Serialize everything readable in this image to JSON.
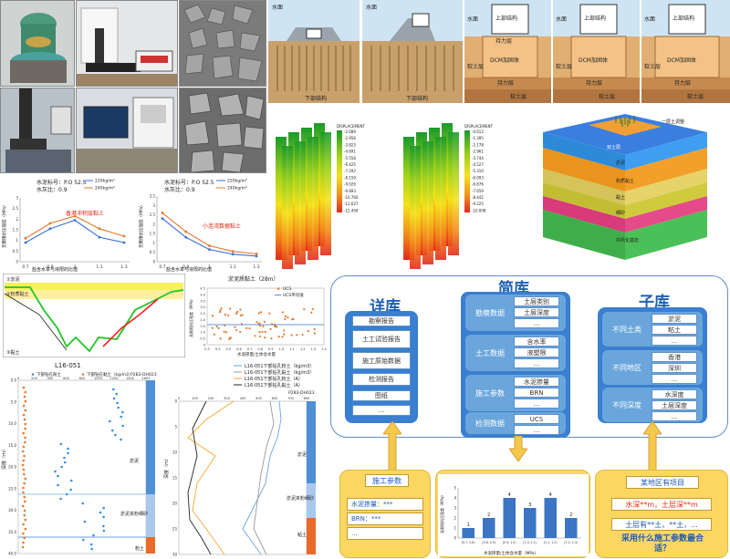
{
  "lab": {
    "colors": {
      "sky": "#cfe4f3",
      "soil": "#c8a06b",
      "deep_soil": "#a97a48"
    }
  },
  "section_panels": [
    {
      "label_water": "水面",
      "label_bottom": "下部结构"
    },
    {
      "label_water": "水面",
      "label_bottom": "下部结构"
    },
    {
      "water": "水面",
      "top": "上部结构",
      "soft": "软土层",
      "dcm": "DCM加固体",
      "hard": "持力层",
      "deep": "软土层"
    },
    {
      "water": "水面",
      "top": "上部结构",
      "soft": "软土层",
      "dcm": "DCM加固体",
      "hard": "持力层",
      "deep": "软土层"
    },
    {
      "water": "水面",
      "top": "上部结构",
      "soft": "软土层",
      "dcm": "DCM加固体",
      "hard": "持力层",
      "deep": "软土层"
    }
  ],
  "fem": {
    "legend_title": "DISPLACEMENT",
    "legend_values_a": [
      "-2.089",
      "-2.956",
      "-3.823",
      "-4.691",
      "-5.558",
      "-6.425",
      "-7.292",
      "-8.159",
      "-9.026",
      "-9.893",
      "-10.760",
      "-11.627",
      "-12.494"
    ],
    "legend_values_b": [
      "-0.612",
      "-1.395",
      "-2.178",
      "-2.961",
      "-3.744",
      "-4.527",
      "-5.310",
      "-6.093",
      "-6.876",
      "-7.659",
      "-8.442",
      "-9.225",
      "-10.008"
    ],
    "block_labels": [
      "双土层",
      "淤泥",
      "粉质黏土",
      "黏土",
      "细砂",
      "中风化基岩"
    ],
    "block_note": "一层土调整"
  },
  "chart1": {
    "line1": "水泥标号：P.O 52.5",
    "line2": "水灰比：0.9",
    "series": [
      {
        "name": "220kg/m³",
        "color": "#3a6fd8",
        "values": [
          0.9,
          1.55,
          1.95,
          1.15,
          0.9
        ]
      },
      {
        "name": "240kg/m³",
        "color": "#e3792d",
        "values": [
          1.1,
          1.8,
          2.15,
          1.55,
          1.2
        ]
      }
    ],
    "x": [
      "0.7",
      "0.9",
      "1",
      "1.1",
      "1.3"
    ],
    "ylim": [
      0,
      3
    ],
    "yticks": [
      "0",
      "0.5",
      "1",
      "1.5",
      "2",
      "2.5",
      "3"
    ],
    "note": "香港冲积层黏土",
    "xlabel": "盐含水率与液限的比值",
    "ylabel": "无侧限抗压强度（MPa）"
  },
  "chart2": {
    "line1": "水泥标号：P.O 52.5",
    "line2": "水灰比：0.9",
    "series": [
      {
        "name": "220kg/m³",
        "color": "#3a6fd8",
        "values": [
          2.3,
          1.3,
          0.65,
          0.4,
          0.3
        ]
      },
      {
        "name": "240kg/m³",
        "color": "#e3792d",
        "values": [
          2.6,
          1.6,
          0.85,
          0.55,
          0.42
        ]
      }
    ],
    "x": [
      "0.7",
      "0.9",
      "1",
      "1.1",
      "1.3"
    ],
    "ylim": [
      0,
      3.5
    ],
    "yticks": [
      "0",
      "0.5",
      "1",
      "1.5",
      "2",
      "2.5",
      "3",
      "3.5"
    ],
    "note": "小连湾数据黏土",
    "xlabel": "盐含水率与液限的比值",
    "ylabel": "无侧限抗压强度（MPa）"
  },
  "geo_profile": {
    "labels": [
      "①淤泥",
      "②粉质黏土",
      "③黏土"
    ],
    "axis": [
      "1.0",
      "2.0",
      "3.0",
      "4.0"
    ]
  },
  "scatter": {
    "title": "淤泥质黏土（28m）",
    "legend": [
      "UCS",
      "UCS平均值"
    ],
    "xlabel": "水泥掺量/土体含水量",
    "ylabel": "无侧限抗压强度（MPa）",
    "xticks": [
      "0.3",
      "0.4",
      "0.5",
      "0.6",
      "0.7",
      "0.8",
      "0.9",
      "1.0",
      "1.1",
      "1.2",
      "1.3",
      "1.4"
    ],
    "yticks": [
      "0",
      "0.5",
      "1.0",
      "1.5",
      "2.0",
      "2.5",
      "3.0",
      "3.5",
      "4.0",
      "4.5"
    ]
  },
  "borehole1": {
    "title": "L16-051",
    "legend": [
      "下部钻孔粉土",
      "下部钻孔黏土（kg/m3）"
    ],
    "legend2": "P2B3-DH023",
    "layers": [
      "淤泥",
      "淤泥夹粉细砂",
      "粉土"
    ],
    "yticks": [
      "0.0",
      "5.0",
      "10.0",
      "15.0",
      "20.0",
      "25.0",
      "30.0",
      "35.0",
      "40.0"
    ],
    "xticks": [
      "0",
      "200",
      "400",
      "600",
      "800",
      "1000",
      "1200",
      "1400",
      "1600"
    ],
    "ylabel": "深度（m）"
  },
  "borehole2": {
    "legend": [
      "L16-051下部钻孔粉土（kg/m3）",
      "L16-051下部钻孔黏土（kg/m3）",
      "L16-051下部钻孔粉土（A）",
      "L16-051下部钻孔黏土（A）"
    ],
    "well": "P2B3-DH023",
    "layers": [
      "淤泥",
      "淤泥夹粉细砂",
      "粘土"
    ],
    "xticks": [
      "0",
      "100",
      "200",
      "300",
      "400",
      "500",
      "600",
      "700",
      "800"
    ],
    "yticks": [
      "0",
      "5",
      "10",
      "15",
      "20",
      "25",
      "30"
    ],
    "ylabel": "深度（m）"
  },
  "library": {
    "detail_title": "详库",
    "simple_title": "简库",
    "sub_title": "子库",
    "detail_items": [
      "勘察报告",
      "土工试验报告",
      "施工原始数据",
      "检测报告",
      "图纸",
      "..."
    ],
    "simple_groups": [
      {
        "name": "勘察数据",
        "items": [
          "土层类别",
          "土层深度",
          "..."
        ]
      },
      {
        "name": "土工数据",
        "items": [
          "含水率",
          "液塑限",
          "..."
        ]
      },
      {
        "name": "施工参数",
        "items": [
          "水泥掺量",
          "BRN",
          "..."
        ]
      },
      {
        "name": "检测数据",
        "items": [
          "UCS",
          "..."
        ]
      }
    ],
    "sub_groups": [
      {
        "name": "不同土类",
        "items": [
          "淤泥",
          "粘土",
          "..."
        ]
      },
      {
        "name": "不同地区",
        "items": [
          "香港",
          "深圳",
          "..."
        ]
      },
      {
        "name": "不同深度",
        "items": [
          "水深度",
          "土层深度",
          "..."
        ]
      }
    ]
  },
  "bottom_left": {
    "title": "施工参数",
    "items": [
      "水泥掺量：***",
      "BRN：***",
      "..."
    ]
  },
  "bottom_chart": {
    "type": "bar",
    "categories": [
      "[0.7, 0.8)",
      "[0.8, 0.9)",
      "[0.9, 1.0)",
      "[1.0, 1.1)",
      "[1.1, 1.2)",
      "[1.2, 1.3)"
    ],
    "values": [
      1,
      2,
      4,
      3,
      4,
      2
    ],
    "ylabel": "无侧限抗压强度（MPa）",
    "xlabel": "水泥掺量/土体含水量（MPa）"
  },
  "bottom_right": {
    "title": "某地区有项目",
    "line1": "水深**m，土层深**m",
    "line2": "土层有**土，**土，...",
    "question": "采用什么施工参数最合适？"
  }
}
